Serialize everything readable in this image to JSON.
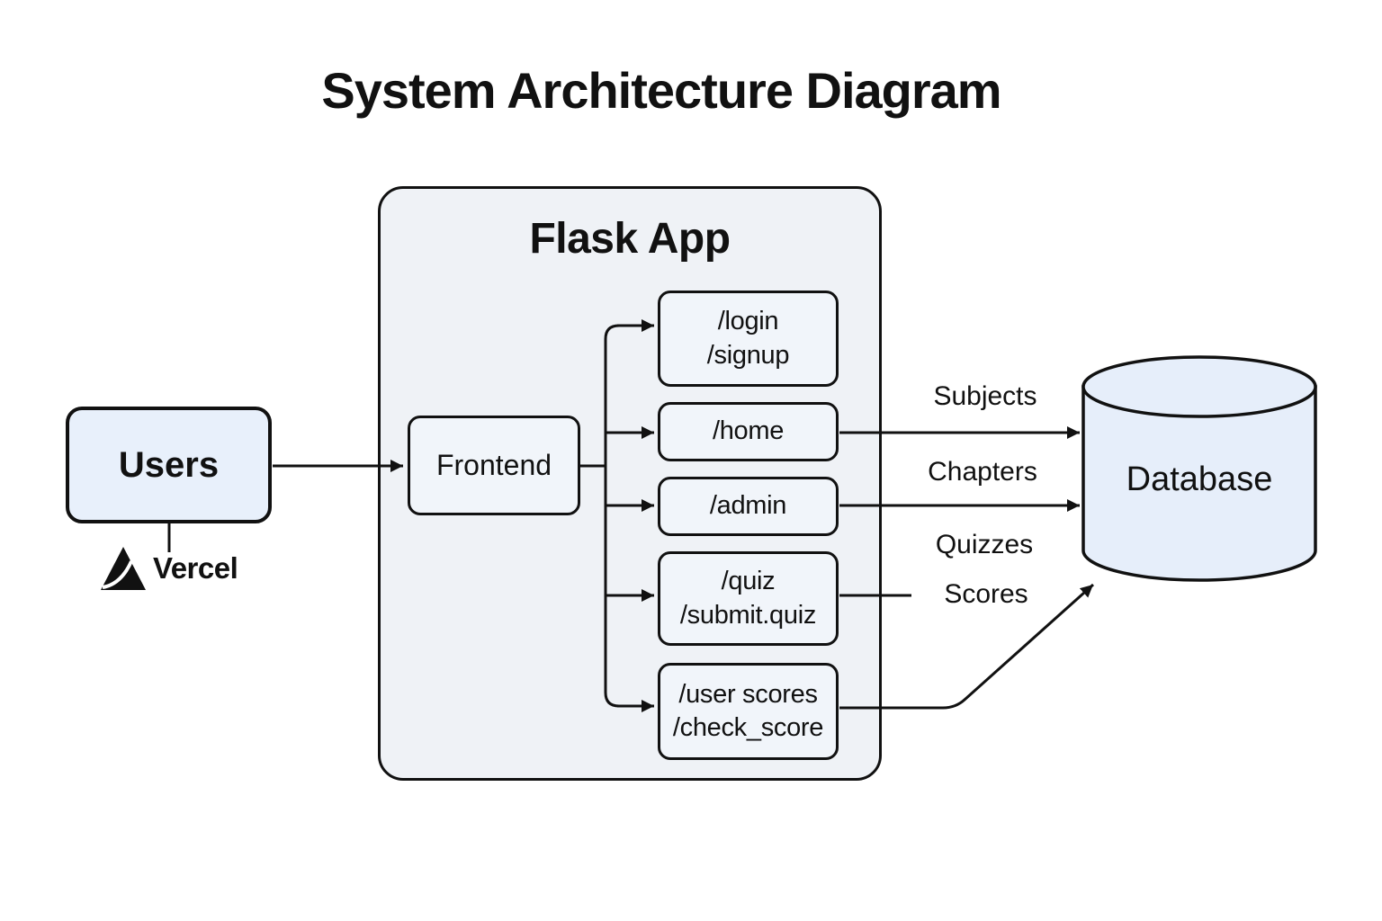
{
  "page": {
    "title": "System Architecture Diagram"
  },
  "users": {
    "label": "Users",
    "platform": "Vercel",
    "platform_icon": "vercel-triangle-icon"
  },
  "flask_app": {
    "title": "Flask App",
    "frontend_label": "Frontend",
    "routes": [
      {
        "lines": [
          "/login",
          "/signup"
        ]
      },
      {
        "lines": [
          "/home"
        ]
      },
      {
        "lines": [
          "/admin"
        ]
      },
      {
        "lines": [
          "/quiz",
          "/submit.quiz"
        ]
      },
      {
        "lines": [
          "/user scores",
          "/check_score"
        ]
      }
    ]
  },
  "database": {
    "label": "Database"
  },
  "edge_labels": {
    "subjects": "Subjects",
    "chapters": "Chapters",
    "quizzes": "Quizzes",
    "scores": "Scores"
  },
  "colors": {
    "stroke": "#111111",
    "users_fill": "#e8f0fb",
    "container_fill": "#eff2f6",
    "route_fill": "#f1f5fa",
    "database_fill": "#e6eefa",
    "background": "#ffffff"
  }
}
